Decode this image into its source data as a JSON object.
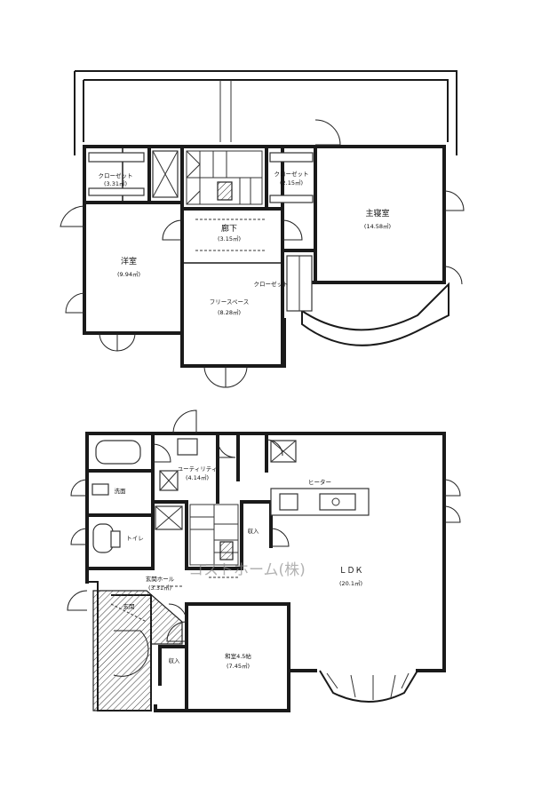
{
  "upper_floor": {
    "rooms": {
      "master_bedroom": {
        "name": "主寝室",
        "area": "(14.58㎡)"
      },
      "western_room": {
        "name": "洋室",
        "area": "(9.94㎡)"
      },
      "free_space": {
        "name": "フリースペース",
        "area": "(8.28㎡)"
      },
      "hallway": {
        "name": "廊下",
        "area": "(3.15㎡)"
      },
      "closet_a": {
        "name": "クローゼット",
        "area": "(3.31㎡)"
      },
      "closet_b": {
        "name": "クローゼット",
        "area": "(2.15㎡)"
      },
      "closet_c": {
        "name": "クローゼット",
        "area": ""
      }
    }
  },
  "lower_floor": {
    "rooms": {
      "ldk": {
        "name": "ＬＤＫ",
        "area": "(20.1㎡)"
      },
      "japanese_room": {
        "name": "和室4.5帖",
        "area": "(7.45㎡)"
      },
      "entrance_hall": {
        "name": "玄関ホール",
        "area": "(3.31㎡)"
      },
      "entrance": {
        "name": "玄関",
        "area": ""
      },
      "utility": {
        "name": "ユーティリティ",
        "area": "(4.14㎡)"
      },
      "washroom": {
        "name": "洗面",
        "area": ""
      },
      "toilet": {
        "name": "トイレ",
        "area": ""
      },
      "storage_a": {
        "name": "収入",
        "area": ""
      },
      "storage_b": {
        "name": "収入",
        "area": ""
      }
    },
    "labels": {
      "heater": "ヒーター"
    }
  },
  "watermark": "コストホーム(株)"
}
